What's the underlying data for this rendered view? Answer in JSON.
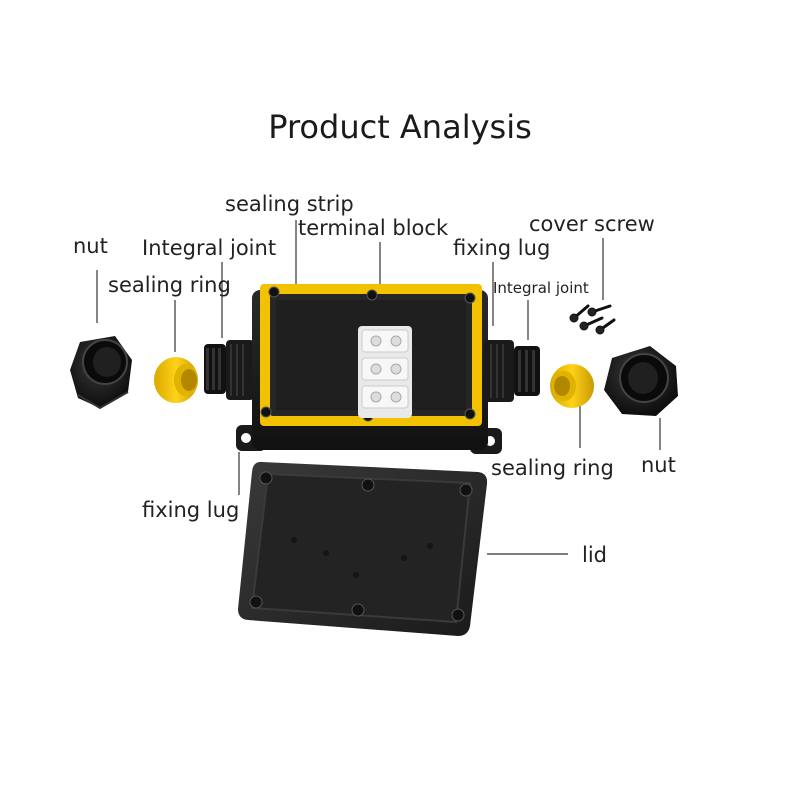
{
  "title": "Product Analysis",
  "labels": {
    "nut_left": "nut",
    "sealing_ring_left": "sealing ring",
    "integral_joint_left": "Integral joint",
    "sealing_strip": "sealing strip",
    "terminal_block": "terminal block",
    "fixing_lug_top": "fixing lug",
    "integral_joint_right": "Integral joint",
    "cover_screw": "cover screw",
    "sealing_ring_right": "sealing ring",
    "nut_right": "nut",
    "fixing_lug_bottom": "fixing lug",
    "lid": "lid"
  },
  "colors": {
    "housing": "#1c1c1c",
    "seal_yellow": "#f2c200",
    "terminal_white": "#e8e8e8",
    "background": "#ffffff"
  }
}
